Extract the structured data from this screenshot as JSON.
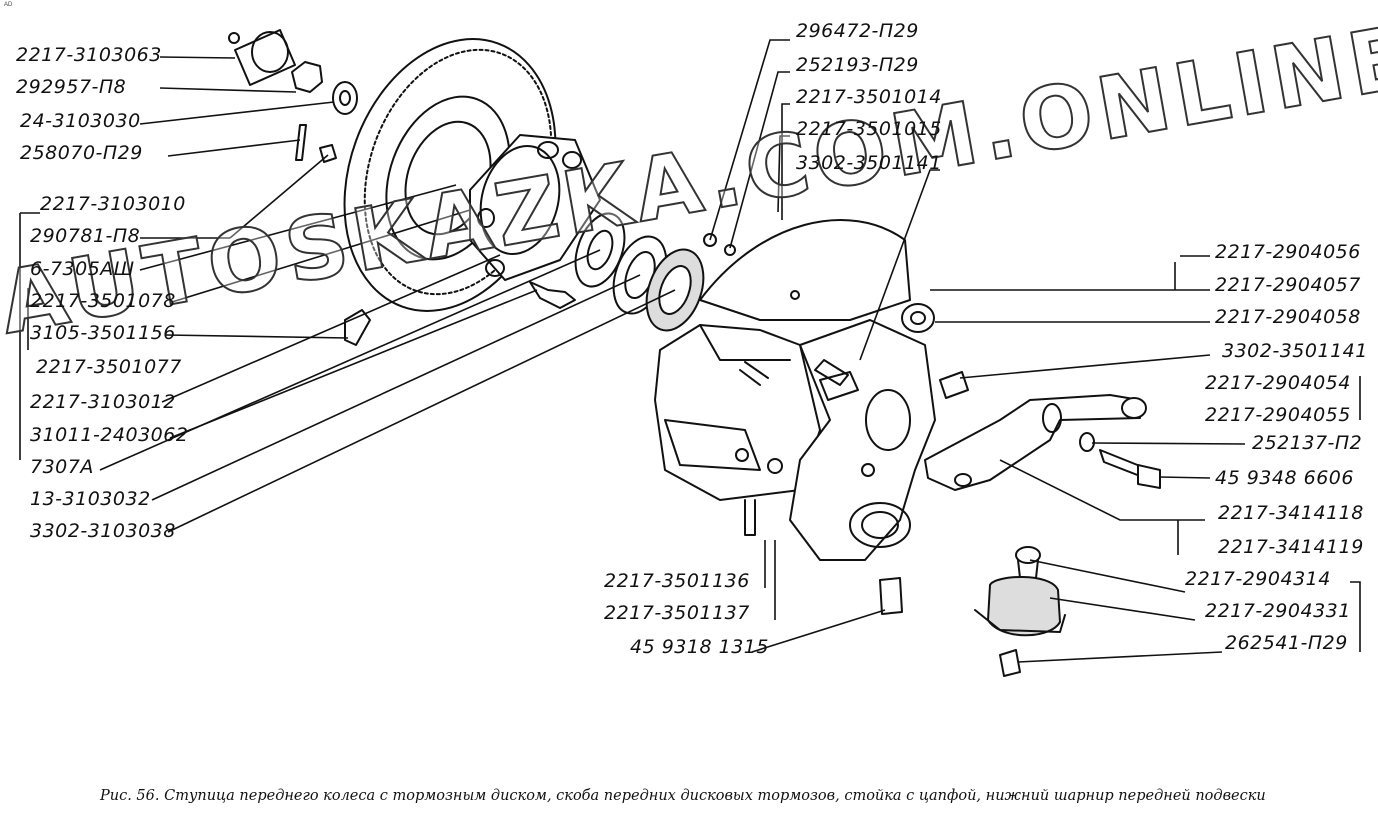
{
  "corner_mark": "AD",
  "watermark": "AUTOSKAZKA.COM.ONLINE",
  "caption": "Рис. 56. Ступица переднего колеса с тормозным диском, скоба передних дисковых тормозов, стойка с цапфой, нижний шарнир передней подвески",
  "labels_left": [
    "2217-3103063",
    "292957-П8",
    "24-3103030",
    "258070-П29",
    "2217-3103010",
    "290781-П8",
    "6-7305АШ",
    "2217-3501078",
    "3105-3501156",
    "2217-3501077",
    "2217-3103012",
    "31011-2403062",
    "7307А",
    "13-3103032",
    "3302-3103038"
  ],
  "labels_top": [
    "296472-П29",
    "252193-П29",
    "2217-3501014",
    "2217-3501015",
    "3302-3501141"
  ],
  "labels_right": [
    "2217-2904056",
    "2217-2904057",
    "2217-2904058",
    "3302-3501141",
    "2217-2904054",
    "2217-2904055",
    "252137-П2",
    "45 9348 6606",
    "2217-3414118",
    "2217-3414119",
    "2217-2904314",
    "2217-2904331",
    "262541-П29"
  ],
  "labels_bottom": [
    "2217-3501136",
    "2217-3501137",
    "45 9318 1315"
  ]
}
